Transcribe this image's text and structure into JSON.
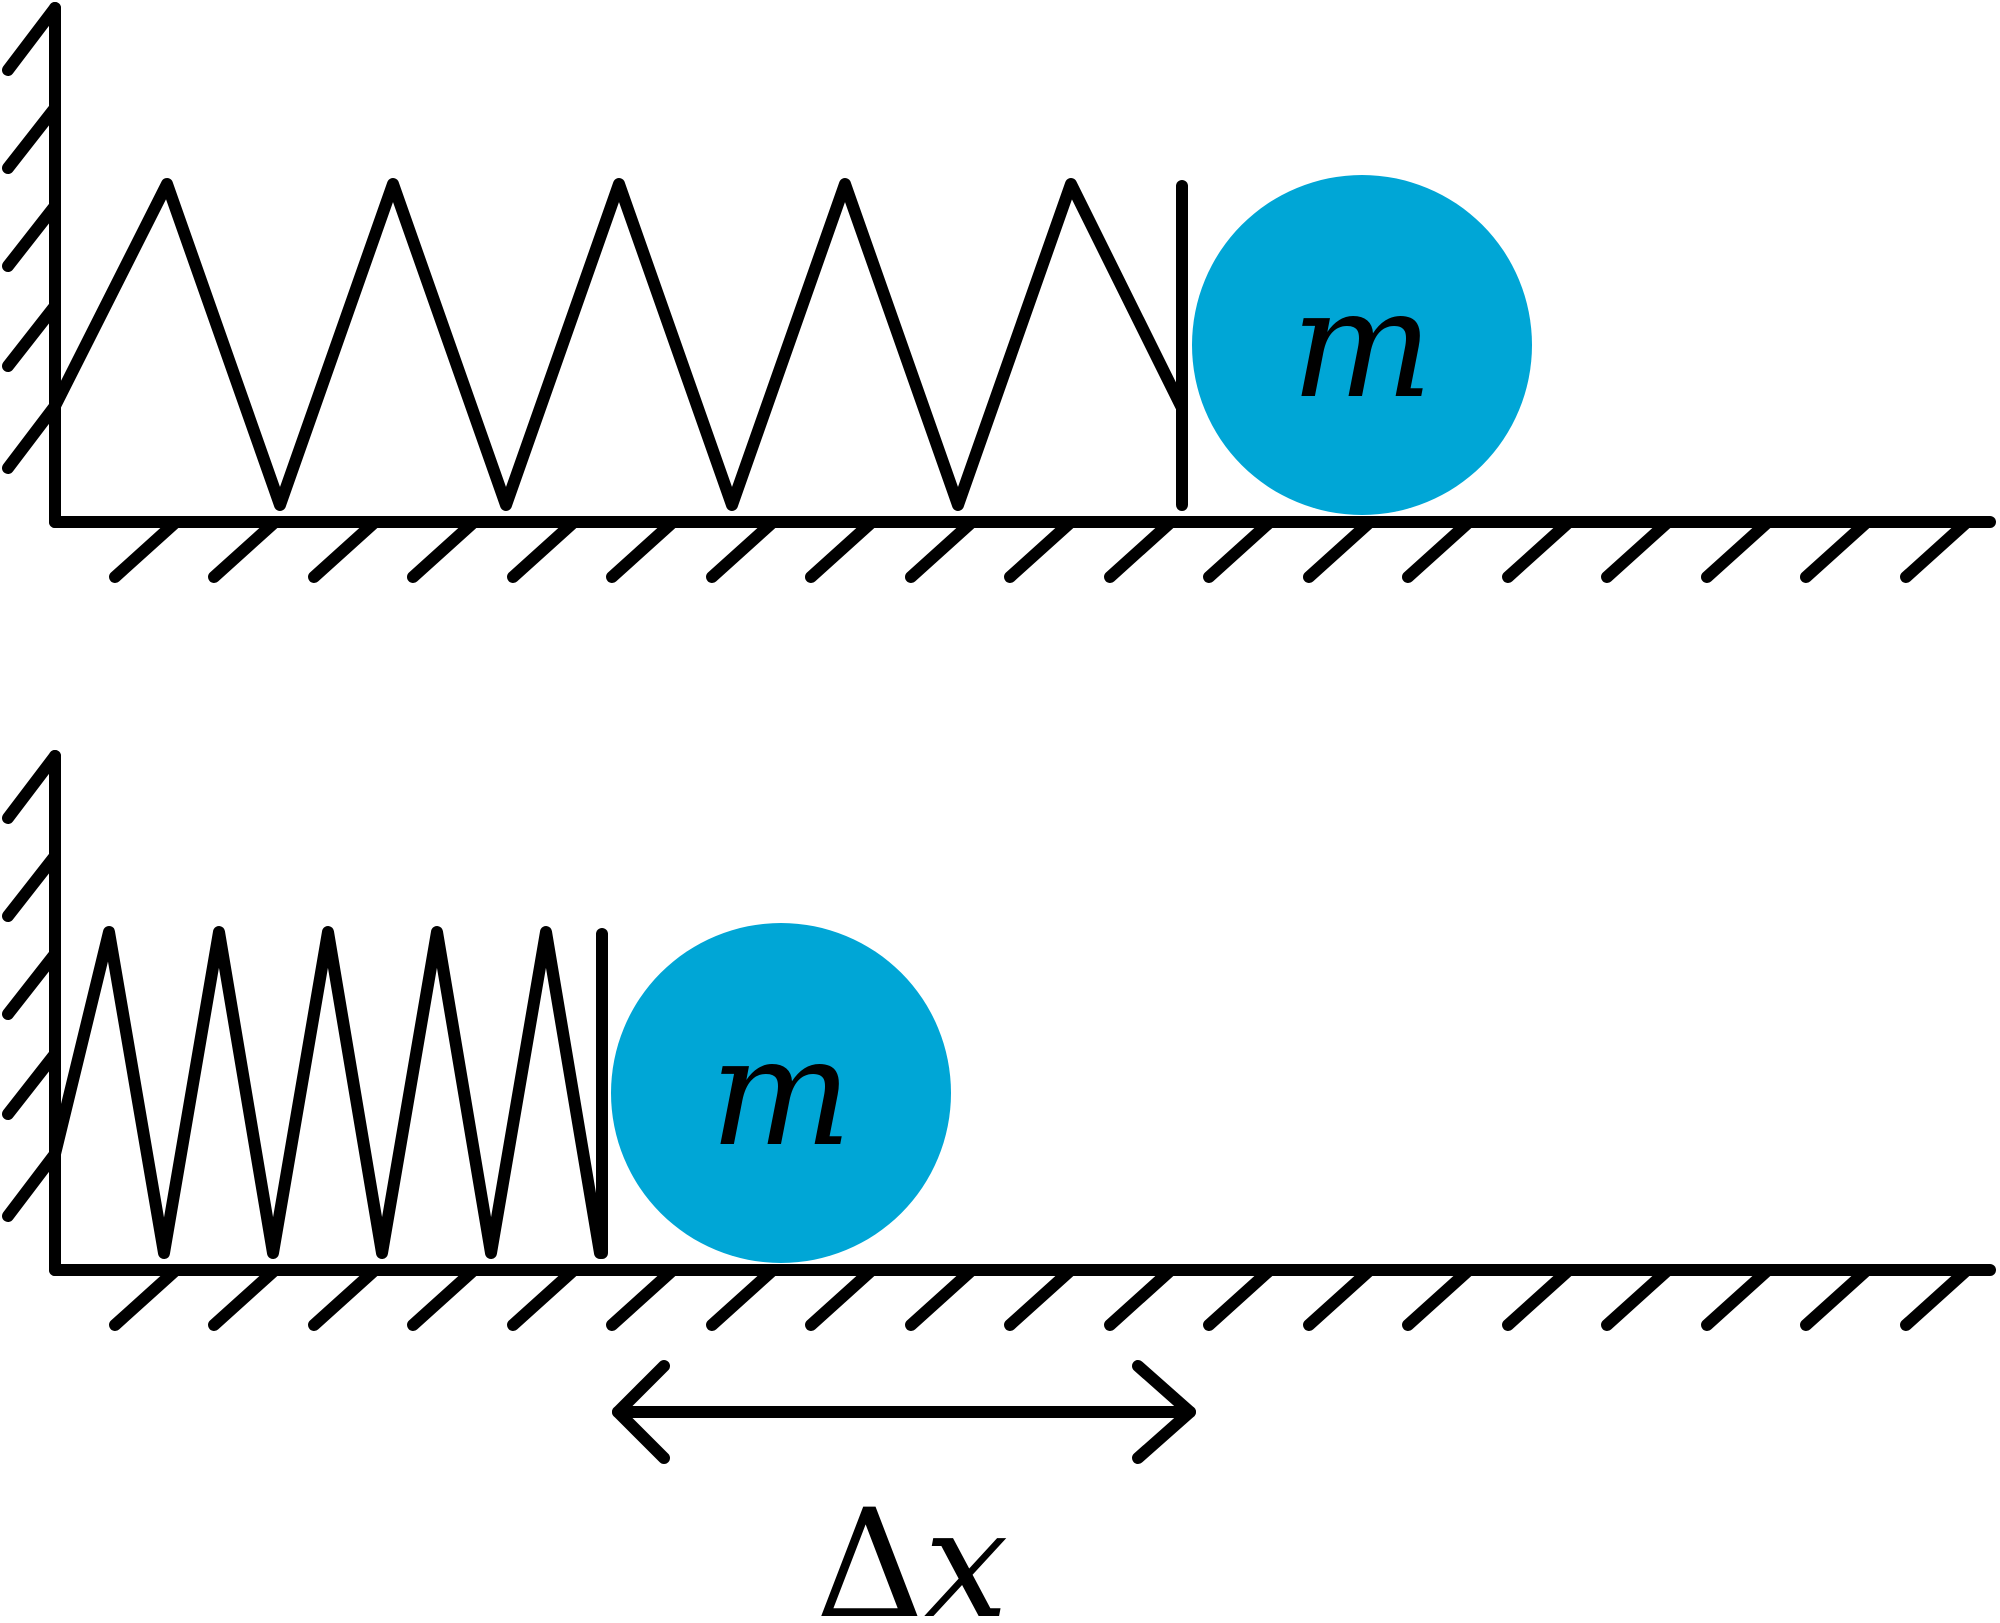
{
  "diagram": {
    "colors": {
      "ink": "#000000",
      "mass": "#00A6D6",
      "background": "#FFFFFF"
    },
    "top_system": {
      "mass_label": "m",
      "state": "relaxed"
    },
    "bottom_system": {
      "mass_label": "m",
      "state": "compressed"
    },
    "displacement": {
      "symbol": "Δ",
      "variable": "x",
      "arrow": "double-headed"
    },
    "icons": {
      "wall": "hatched-wall",
      "floor": "hatched-floor",
      "spring": "zigzag-spring",
      "mass": "circle-mass",
      "arrow": "double-arrow-icon"
    }
  }
}
